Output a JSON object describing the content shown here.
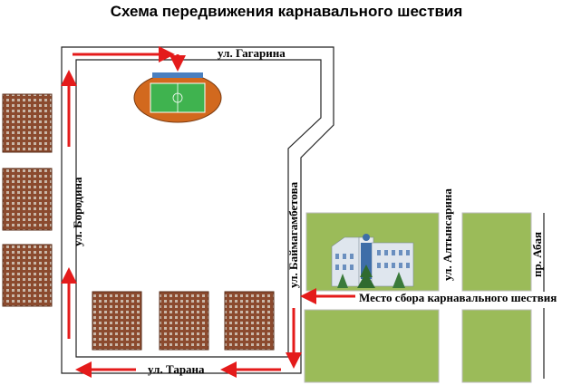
{
  "title": "Схема передвижения карнавального шествия",
  "streets": {
    "gagarina": "ул. Гагарина",
    "borodina": "ул. Бородина",
    "tarana": "ул. Тарана",
    "baimagambetova": "ул. Баймагамбетова",
    "altynsarina": "ул. Алтынсарина",
    "abaya": "пр. Абая"
  },
  "gathering_point": "Место сбора карнавального шествия",
  "colors": {
    "route_arrow": "#e41b1b",
    "street_line": "#222222",
    "park_green": "#9bbb59",
    "stadium_field": "#3fb34f",
    "stadium_track": "#d2691e",
    "building_brick": "#8b4a2e"
  },
  "icons": {
    "stadium": "stadium-icon",
    "apartment_building": "apartment-building-icon",
    "administration_building": "administration-building-icon"
  }
}
